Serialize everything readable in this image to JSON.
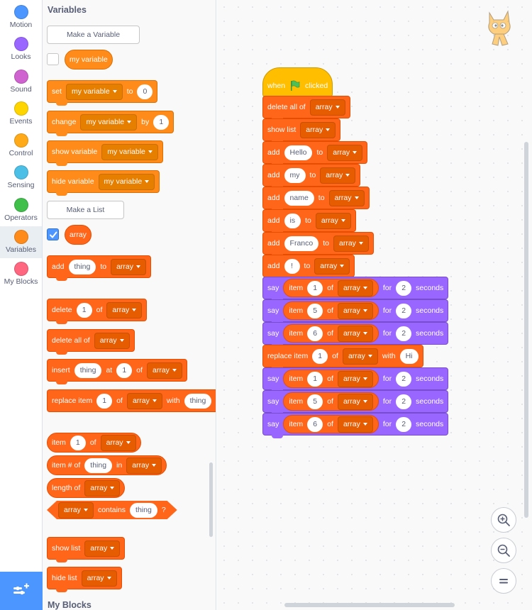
{
  "categories": [
    {
      "label": "Motion",
      "color": "#4c97ff"
    },
    {
      "label": "Looks",
      "color": "#9966ff"
    },
    {
      "label": "Sound",
      "color": "#cf63cf"
    },
    {
      "label": "Events",
      "color": "#ffd500"
    },
    {
      "label": "Control",
      "color": "#ffab19"
    },
    {
      "label": "Sensing",
      "color": "#4cbfe6"
    },
    {
      "label": "Operators",
      "color": "#40bf4a"
    },
    {
      "label": "Variables",
      "color": "#ff8c1a"
    },
    {
      "label": "My Blocks",
      "color": "#ff6680"
    }
  ],
  "palette": {
    "section_title": "Variables",
    "make_variable": "Make a Variable",
    "variable_name": "my variable",
    "set_block": {
      "w1": "set",
      "var": "my variable",
      "w2": "to",
      "value": "0"
    },
    "change_block": {
      "w1": "change",
      "var": "my variable",
      "w2": "by",
      "value": "1"
    },
    "show_var_block": {
      "w1": "show variable",
      "var": "my variable"
    },
    "hide_var_block": {
      "w1": "hide variable",
      "var": "my variable"
    },
    "make_list": "Make a List",
    "list_name": "array",
    "add_block": {
      "w1": "add",
      "item": "thing",
      "w2": "to",
      "list": "array"
    },
    "delete_block": {
      "w1": "delete",
      "index": "1",
      "w2": "of",
      "list": "array"
    },
    "delete_all_block": {
      "w1": "delete all of",
      "list": "array"
    },
    "insert_block": {
      "w1": "insert",
      "item": "thing",
      "w2": "at",
      "index": "1",
      "w3": "of",
      "list": "array"
    },
    "replace_block": {
      "w1": "replace item",
      "index": "1",
      "w2": "of",
      "list": "array",
      "w3": "with",
      "item": "thing"
    },
    "item_block": {
      "w1": "item",
      "index": "1",
      "w2": "of",
      "list": "array"
    },
    "item_num_block": {
      "w1": "item # of",
      "item": "thing",
      "w2": "in",
      "list": "array"
    },
    "length_block": {
      "w1": "length of",
      "list": "array"
    },
    "contains_block": {
      "list": "array",
      "w1": "contains",
      "item": "thing",
      "q": "?"
    },
    "show_list_block": {
      "w1": "show list",
      "list": "array"
    },
    "hide_list_block": {
      "w1": "hide list",
      "list": "array"
    },
    "next_section": "My Blocks"
  },
  "script": {
    "hat": {
      "w1": "when",
      "w2": "clicked"
    },
    "delete_all": {
      "w1": "delete all of",
      "list": "array"
    },
    "show_list": {
      "w1": "show list",
      "list": "array"
    },
    "adds": [
      {
        "w1": "add",
        "item": "Hello",
        "w2": "to",
        "list": "array"
      },
      {
        "w1": "add",
        "item": "my",
        "w2": "to",
        "list": "array"
      },
      {
        "w1": "add",
        "item": "name",
        "w2": "to",
        "list": "array"
      },
      {
        "w1": "add",
        "item": "is",
        "w2": "to",
        "list": "array"
      },
      {
        "w1": "add",
        "item": "Franco",
        "w2": "to",
        "list": "array"
      },
      {
        "w1": "add",
        "item": "!",
        "w2": "to",
        "list": "array"
      }
    ],
    "says1": [
      {
        "w1": "say",
        "w2": "item",
        "index": "1",
        "w3": "of",
        "list": "array",
        "w4": "for",
        "secs": "2",
        "w5": "seconds"
      },
      {
        "w1": "say",
        "w2": "item",
        "index": "5",
        "w3": "of",
        "list": "array",
        "w4": "for",
        "secs": "2",
        "w5": "seconds"
      },
      {
        "w1": "say",
        "w2": "item",
        "index": "6",
        "w3": "of",
        "list": "array",
        "w4": "for",
        "secs": "2",
        "w5": "seconds"
      }
    ],
    "replace": {
      "w1": "replace item",
      "index": "1",
      "w2": "of",
      "list": "array",
      "w3": "with",
      "item": "Hi"
    },
    "says2": [
      {
        "w1": "say",
        "w2": "item",
        "index": "1",
        "w3": "of",
        "list": "array",
        "w4": "for",
        "secs": "2",
        "w5": "seconds"
      },
      {
        "w1": "say",
        "w2": "item",
        "index": "5",
        "w3": "of",
        "list": "array",
        "w4": "for",
        "secs": "2",
        "w5": "seconds"
      },
      {
        "w1": "say",
        "w2": "item",
        "index": "6",
        "w3": "of",
        "list": "array",
        "w4": "for",
        "secs": "2",
        "w5": "seconds"
      }
    ]
  },
  "workspace": {
    "zoom_in_icon": "zoom-in-icon",
    "zoom_out_icon": "zoom-out-icon",
    "zoom_reset_icon": "zoom-reset-icon",
    "sprite_icon": "sprite-cat-icon",
    "extension_icon": "add-extension-icon"
  }
}
